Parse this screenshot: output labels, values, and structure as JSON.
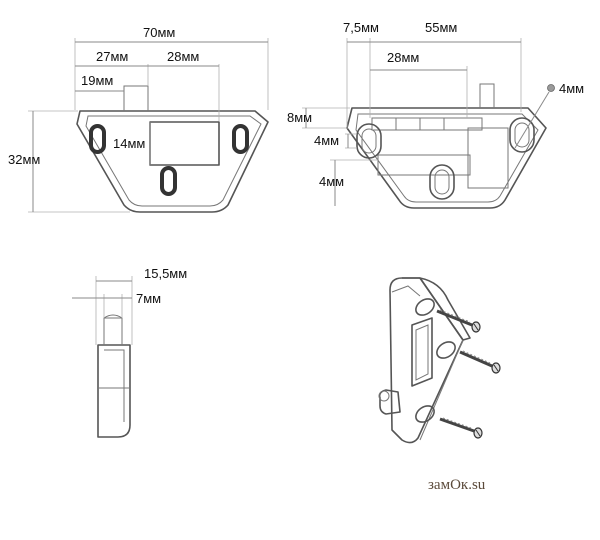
{
  "front_view": {
    "dim_total_width": "70мм",
    "dim_left_to_slot": "27мм",
    "dim_slot_width": "28мм",
    "dim_pin_offset": "19мм",
    "dim_slot_height": "14мм",
    "dim_total_height": "32мм"
  },
  "back_view": {
    "dim_edge": "7,5мм",
    "dim_width": "55мм",
    "dim_slot": "28мм",
    "dim_depth": "8мм",
    "dim_rib": "4мм",
    "dim_bottom": "4мм",
    "dim_hole": "4мм"
  },
  "side_view": {
    "dim_depth": "15,5мм",
    "dim_pin": "7мм"
  },
  "watermark": "замОк.su"
}
